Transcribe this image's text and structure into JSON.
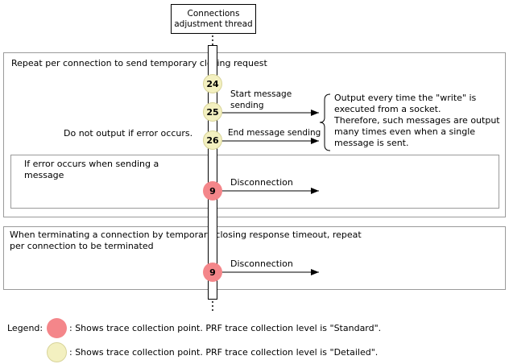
{
  "thread": {
    "line1": "Connections",
    "line2": "adjustment thread"
  },
  "repeat_box": {
    "label": "Repeat per connection to send temporary closing request",
    "point_24": "24",
    "point_25": "25",
    "point_26": "26",
    "start_msg_line1": "Start message",
    "start_msg_line2": "sending",
    "end_msg": "End message sending",
    "no_output_note": "Do not output if error occurs.",
    "brace_note": [
      "Output every time the \"write\" is",
      "executed from a socket.",
      "Therefore, such messages are output",
      "many times even when a single",
      "message is sent."
    ],
    "error_box": {
      "label_line1": "If error occurs when sending a",
      "label_line2": "message",
      "point": "9",
      "arrow_label": "Disconnection"
    }
  },
  "timeout_box": {
    "label_line1": "When terminating a connection by temporary closing response timeout, repeat",
    "label_line2": "per connection to be terminated",
    "point": "9",
    "arrow_label": "Disconnection"
  },
  "legend": {
    "title": "Legend:",
    "standard": ": Shows trace collection point. PRF trace collection level is \"Standard\".",
    "detailed": ": Shows trace collection point. PRF trace collection level is \"Detailed\"."
  },
  "colors": {
    "standard": "#f4868a",
    "detailed": "#f3f0c0"
  }
}
